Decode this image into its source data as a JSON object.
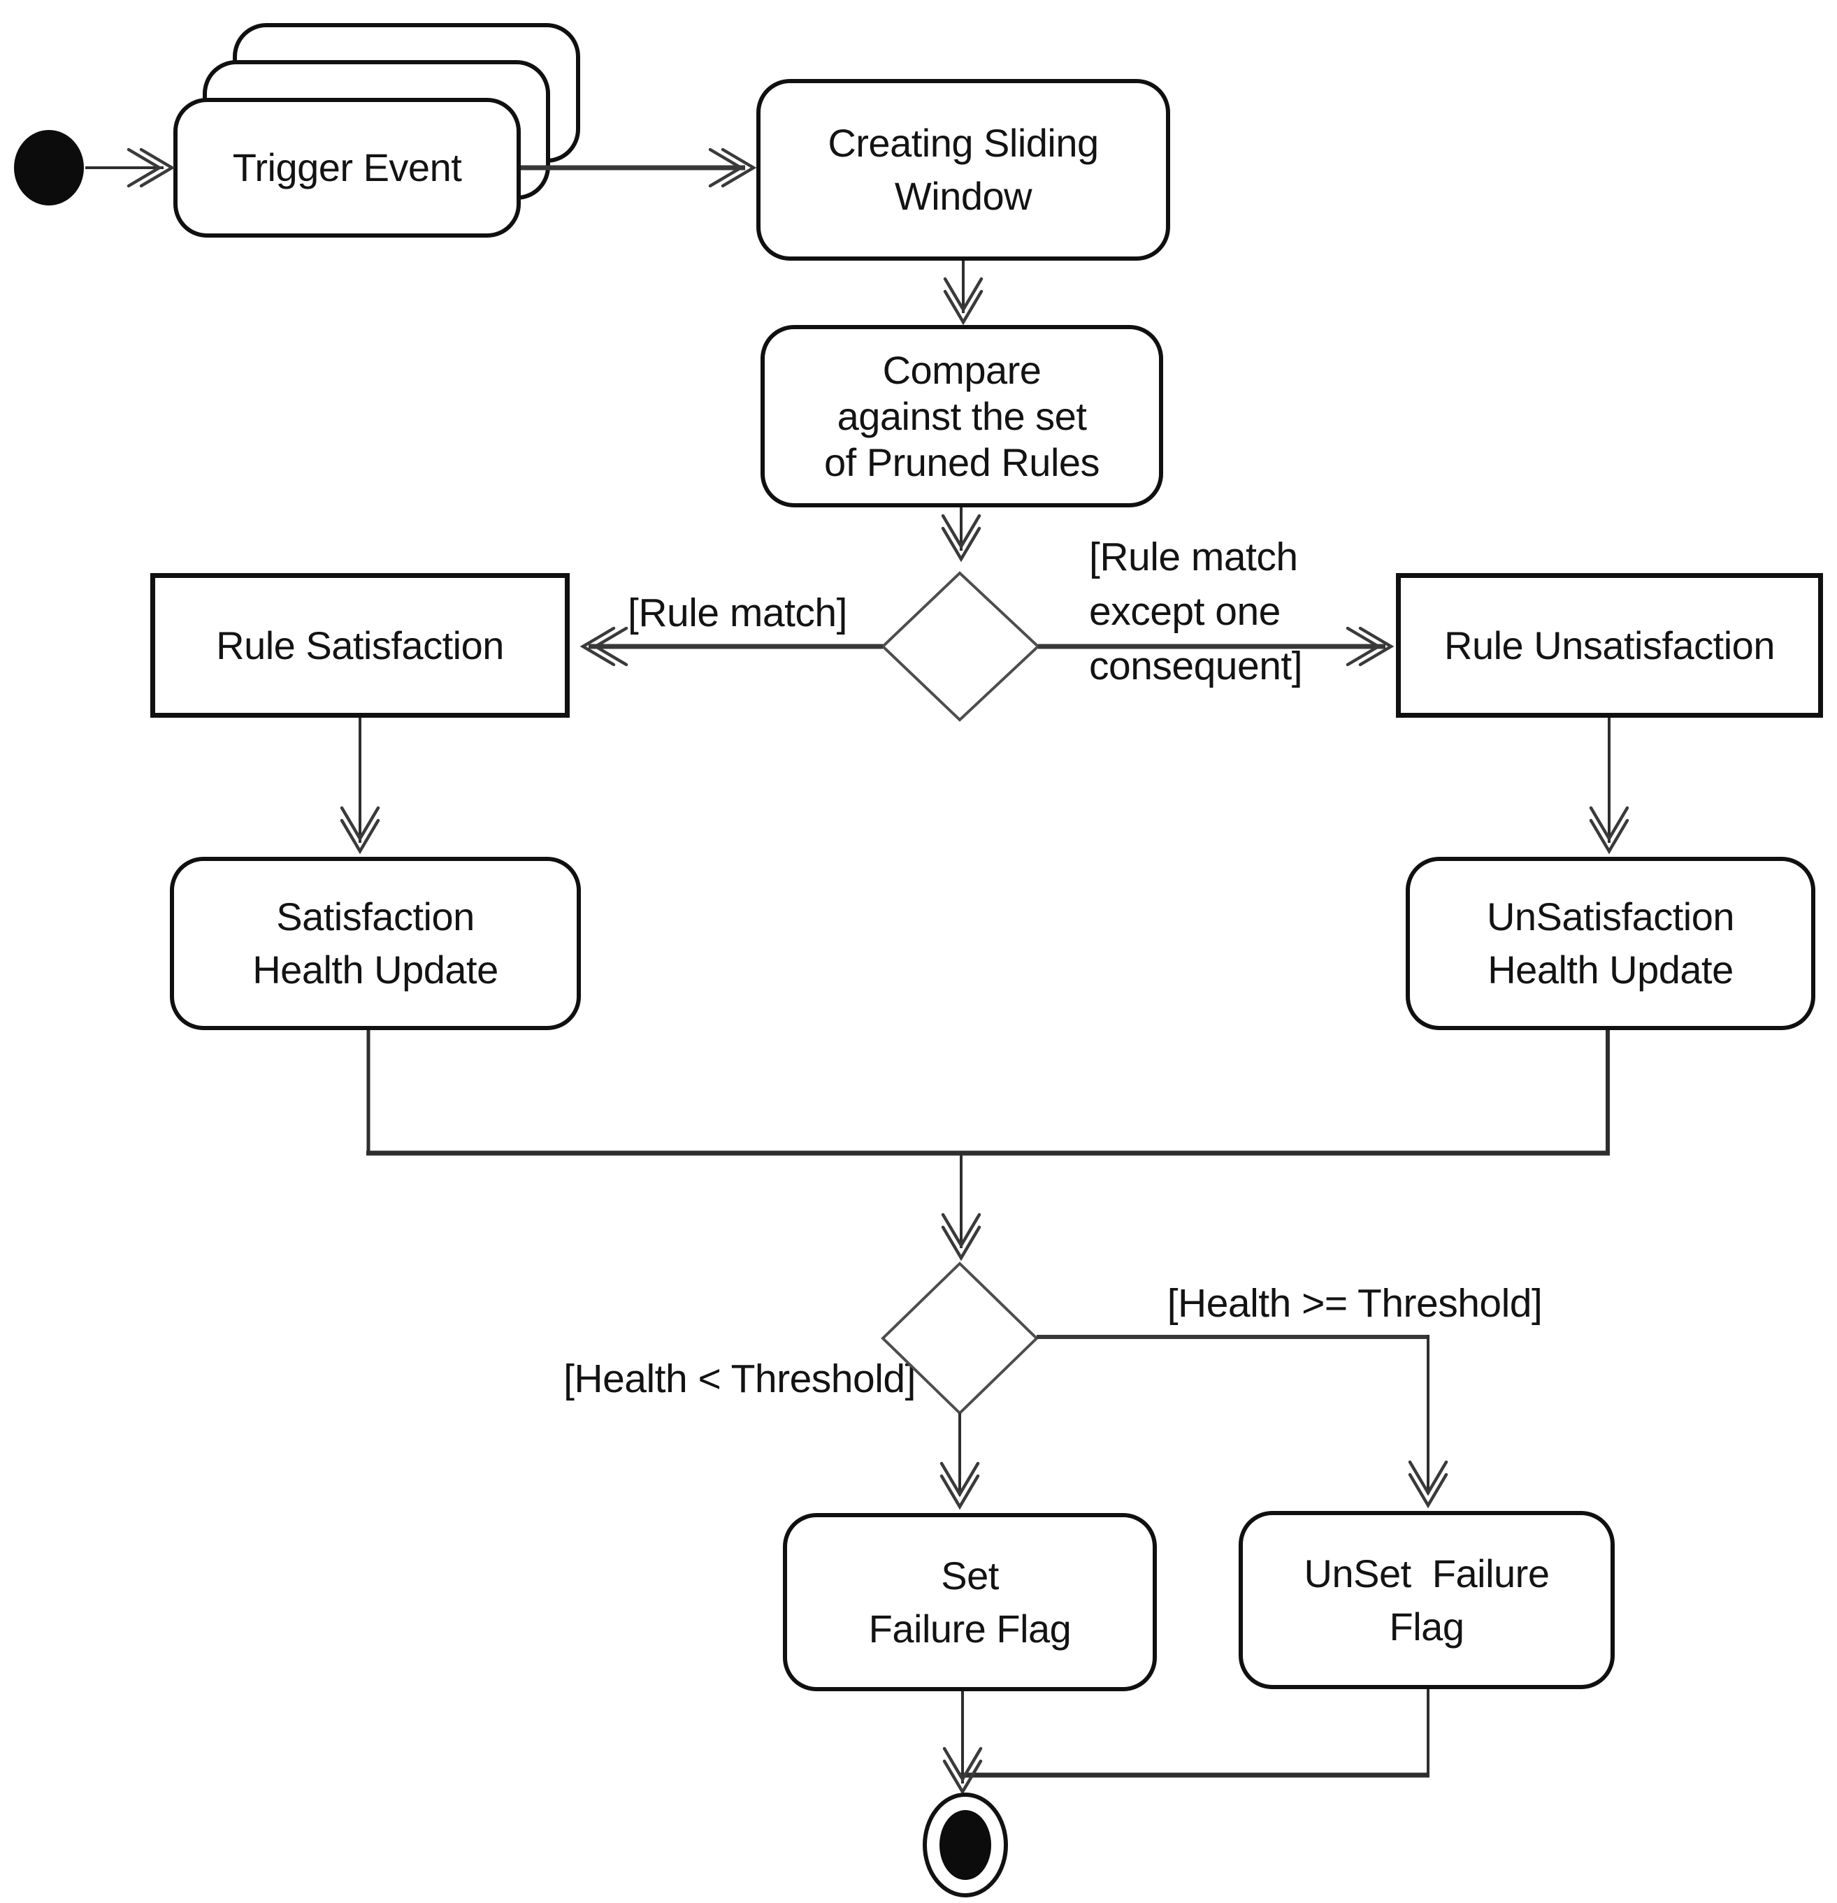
{
  "nodes": {
    "trigger_event": {
      "label": "Trigger Event"
    },
    "creating_sliding_window": {
      "line1": "Creating Sliding",
      "line2": "Window"
    },
    "compare_pruned_rules": {
      "line1": "Compare",
      "line2": "against the set",
      "line3": "of Pruned Rules"
    },
    "rule_satisfaction": {
      "label": "Rule Satisfaction"
    },
    "rule_unsatisfaction": {
      "label": "Rule Unsatisfaction"
    },
    "satisfaction_health_update": {
      "line1": "Satisfaction",
      "line2": "Health Update"
    },
    "unsatisfaction_health_update": {
      "line1": "UnSatisfaction",
      "line2": "Health Update"
    },
    "set_failure_flag": {
      "line1": "Set",
      "line2": "Failure Flag"
    },
    "unset_failure_flag": {
      "line1": "UnSet  Failure",
      "line2": "Flag"
    }
  },
  "edge_labels": {
    "rule_match": "[Rule match]",
    "rule_match_except_line1": "[Rule match",
    "rule_match_except_line2": "except one",
    "rule_match_except_line3": "consequent]",
    "health_ge_threshold": "[Health >= Threshold]",
    "health_lt_threshold": "[Health < Threshold]"
  },
  "colors": {
    "background": "#ffffff",
    "box_border": "#101010",
    "text": "#131313",
    "connector": "#2e2e2e",
    "node_fill": "#000000"
  }
}
